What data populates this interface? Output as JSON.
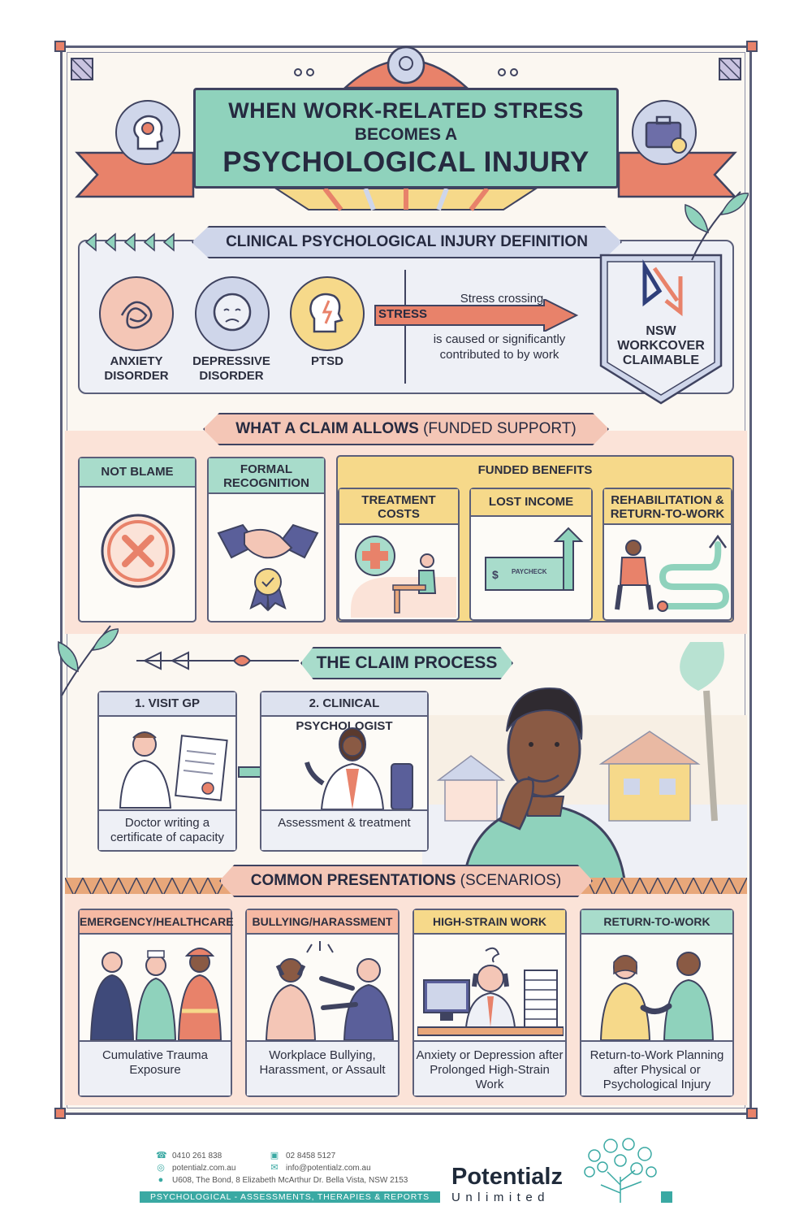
{
  "title": {
    "line1": "WHEN WORK-RELATED STRESS",
    "line2": "BECOMES A",
    "line3": "PSYCHOLOGICAL INJURY"
  },
  "definition": {
    "heading": "CLINICAL PSYCHOLOGICAL INJURY DEFINITION",
    "conditions": [
      {
        "label": "ANXIETY DISORDER",
        "icon": "tangled-thoughts-icon",
        "color": "#f4c6b6"
      },
      {
        "label": "DEPRESSIVE DISORDER",
        "icon": "sad-face-icon",
        "color": "#cfd6ea"
      },
      {
        "label": "PTSD",
        "icon": "lightning-head-icon",
        "color": "#f6d98a"
      }
    ],
    "stress_label": "STRESS",
    "stress_top": "Stress crossing",
    "stress_bottom": "is caused or significantly contributed to by work",
    "badge_line1": "NSW",
    "badge_line2": "WORKCOVER",
    "badge_line3": "CLAIMABLE"
  },
  "claim_allows": {
    "heading_bold": "WHAT A CLAIM ALLOWS",
    "heading_light": "(FUNDED SUPPORT)",
    "not_blame": "NOT BLAME",
    "formal_recognition": "FORMAL RECOGNITION",
    "funded_benefits": "FUNDED BENEFITS",
    "benefits": [
      {
        "label": "TREATMENT COSTS"
      },
      {
        "label": "LOST INCOME",
        "sub": "PAYCHECK"
      },
      {
        "label": "REHABILITATION & RETURN-TO-WORK"
      }
    ]
  },
  "claim_process": {
    "heading": "THE CLAIM PROCESS",
    "steps": [
      {
        "label": "1. VISIT GP",
        "caption": "Doctor writing a certificate of capacity"
      },
      {
        "label": "2. CLINICAL PSYCHOLOGIST",
        "caption": "Assessment & treatment"
      }
    ]
  },
  "presentations": {
    "heading_bold": "COMMON PRESENTATIONS",
    "heading_light": "(SCENARIOS)",
    "scenarios": [
      {
        "label": "EMERGENCY/HEALTHCARE",
        "caption": "Cumulative Trauma Exposure",
        "head_color": "#f6b9a3"
      },
      {
        "label": "BULLYING/HARASSMENT",
        "caption": "Workplace Bullying, Harassment, or Assault",
        "head_color": "#f6b9a3"
      },
      {
        "label": "HIGH-STRAIN WORK",
        "caption": "Anxiety or Depression after Prolonged High-Strain Work",
        "head_color": "#f6d98a"
      },
      {
        "label": "RETURN-TO-WORK",
        "caption": "Return-to-Work Planning after Physical or Psychological Injury",
        "head_color": "#a8dccb"
      }
    ]
  },
  "footer": {
    "phone": "0410  261 838",
    "website": "potentialz.com.au",
    "address": "U608, The Bond, 8 Elizabeth McArthur Dr. Bella Vista, NSW 2153",
    "fax": "02 8458 5127",
    "email": "info@potentialz.com.au",
    "tagline": "PSYCHOLOGICAL - ASSESSMENTS, THERAPIES & REPORTS",
    "brand": "Potentialz",
    "brand_sub": "Unlimited"
  },
  "colors": {
    "teal": "#8fd2bc",
    "coral": "#e8826a",
    "navy": "#3f4360",
    "brand_teal": "#3aa9a3"
  }
}
